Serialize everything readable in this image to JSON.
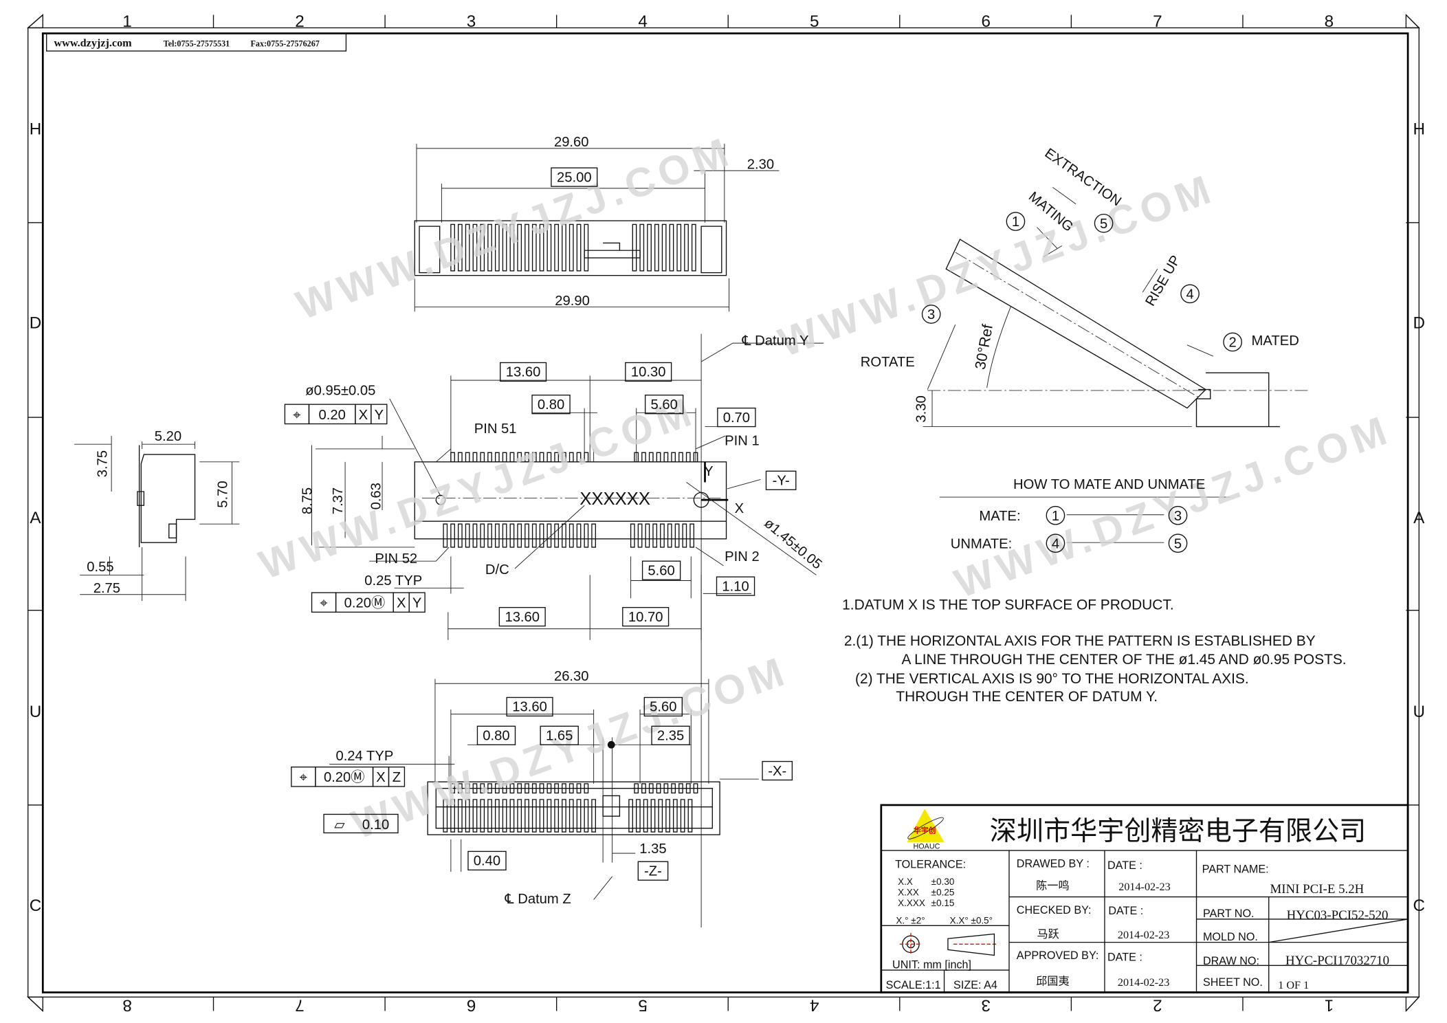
{
  "header": {
    "website": "www.dzyjzj.com",
    "tel": "Tel:0755-27575531",
    "fax": "Fax:0755-27576267"
  },
  "grid": {
    "cols": [
      "1",
      "2",
      "3",
      "4",
      "5",
      "6",
      "7",
      "8"
    ],
    "rows": [
      "H",
      "D",
      "A",
      "U",
      "C"
    ]
  },
  "watermark": "WWW.DZYJZJ.COM",
  "top_view": {
    "overall": "29.60",
    "offset": "2.30",
    "inner": "25.00",
    "base": "29.90"
  },
  "side_view": {
    "width": "5.20",
    "h1": "3.75",
    "h2": "5.70",
    "d1": "0.55",
    "d2": "2.75"
  },
  "front_view": {
    "datum_y": "℄  Datum  Y",
    "d_13_60_top": "13.60",
    "d_10_30": "10.30",
    "d_0_80": "0.80",
    "d_5_60_top": "5.60",
    "d_0_70": "0.70",
    "hole_small": "ø0.95±0.05",
    "fcf1": {
      "symbol": "⌖",
      "tol": "0.20",
      "d1": "X",
      "d2": "Y"
    },
    "pin51": "PIN  51",
    "pin1": "PIN  1",
    "pin52": "PIN  52",
    "pin2": "PIN  2",
    "marking": "XXXXXX",
    "datum_y_box": "-Y-",
    "axis_y": "Y",
    "axis_x": "X",
    "h_8_75": "8.75",
    "h_7_37": "7.37",
    "h_0_63": "0.63",
    "hole_large": "ø1.45±0.05",
    "dc": "D/C",
    "pitch": "0.25  TYP",
    "fcf2": {
      "symbol": "⌖",
      "tol": "0.20Ⓜ",
      "d1": "X",
      "d2": "Y"
    },
    "d_5_60_bot": "5.60",
    "d_1_10": "1.10",
    "d_13_60_bot": "13.60",
    "d_10_70": "10.70"
  },
  "bottom_view": {
    "overall": "26.30",
    "d_13_60": "13.60",
    "d_5_60": "5.60",
    "d_0_80": "0.80",
    "d_1_65": "1.65",
    "d_2_35": "2.35",
    "pitch": "0.24  TYP",
    "fcf": {
      "symbol": "⌖",
      "tol": "0.20Ⓜ",
      "d1": "X",
      "d2": "Z"
    },
    "datum_x_box": "-X-",
    "flatness": {
      "symbol": "▱",
      "tol": "0.10"
    },
    "d_0_40": "0.40",
    "d_1_35": "1.35",
    "datum_z_box": "-Z-",
    "datum_z": "℄  Datum  Z"
  },
  "mating": {
    "extraction": "EXTRACTION",
    "mating": "MATING",
    "rise_up": "RISE  UP",
    "mated": "MATED",
    "rotate": "ROTATE",
    "angle": "30°Ref",
    "height": "3.30",
    "steps": [
      "1",
      "2",
      "3",
      "4",
      "5"
    ],
    "title": "HOW  TO  MATE  AND  UNMATE",
    "mate_label": "MATE:",
    "unmate_label": "UNMATE:"
  },
  "notes": [
    "1.DATUM  X  IS  THE  TOP  SURFACE  OF  PRODUCT.",
    "2.(1)  THE  HORIZONTAL  AXIS  FOR  THE  PATTERN  IS  ESTABLISHED  BY",
    "A  LINE  THROUGH  THE  CENTER  OF  THE  ø1.45  AND  ø0.95  POSTS.",
    "(2)  THE  VERTICAL  AXIS  IS  90°  TO  THE  HORIZONTAL  AXIS.",
    "THROUGH  THE  CENTER  OF  DATUM  Y."
  ],
  "title_block": {
    "logo_text": "华宇创",
    "logo_brand": "HOAUC",
    "company": "深圳市华宇创精密电子有限公司",
    "tolerance_label": "TOLERANCE:",
    "tolerances": [
      [
        "X.X",
        "±0.30"
      ],
      [
        "X.XX",
        "±0.25"
      ],
      [
        "X.XXX",
        "±0.15"
      ]
    ],
    "angle_tol": [
      "X.°  ±2°",
      "X.X°  ±0.5°"
    ],
    "unit": "UNIT:  mm  [inch]",
    "scale": "SCALE:1:1",
    "size": "SIZE:  A4",
    "drawed_by_label": "DRAWED  BY  :",
    "drawed_by": "陈一鸣",
    "checked_by_label": "CHECKED  BY:",
    "checked_by": "马跃",
    "approved_by_label": "APPROVED  BY:",
    "approved_by": "邱国夷",
    "date_label": "DATE  :",
    "date1": "2014-02-23",
    "date2": "2014-02-23",
    "date3": "2014-02-23",
    "part_name_label": "PART  NAME:",
    "part_name": "MINI  PCI-E  5.2H",
    "part_no_label": "PART  NO.",
    "part_no": "HYC03-PCI52-520",
    "mold_no_label": "MOLD  NO.",
    "draw_no_label": "DRAW  NO:",
    "draw_no": "HYC-PCI17032710",
    "sheet_no_label": "SHEET  NO.",
    "sheet_no": "1  OF  1"
  }
}
